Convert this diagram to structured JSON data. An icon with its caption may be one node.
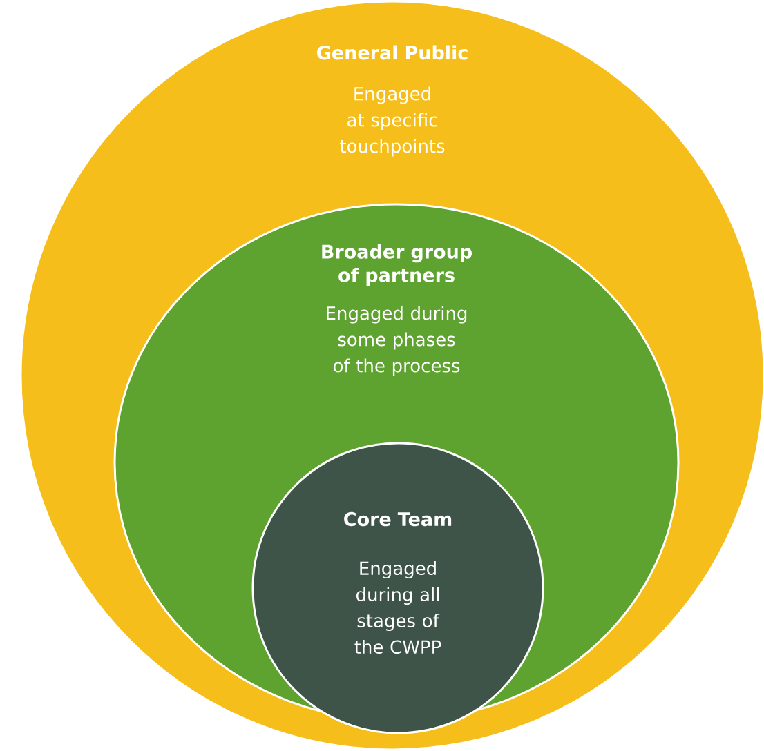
{
  "diagram": {
    "nodes": [
      {
        "text": [
          "General Public",
          "Engaged at specific touchpoints"
        ]
      },
      {
        "text": [
          "Broader group of partners",
          "Engaged during some phases of the process"
        ],
        "in": 0
      },
      {
        "text": [
          "Core Team",
          "Engaged during all stages of the CWPP"
        ],
        "in": 1
      }
    ]
  }
}
